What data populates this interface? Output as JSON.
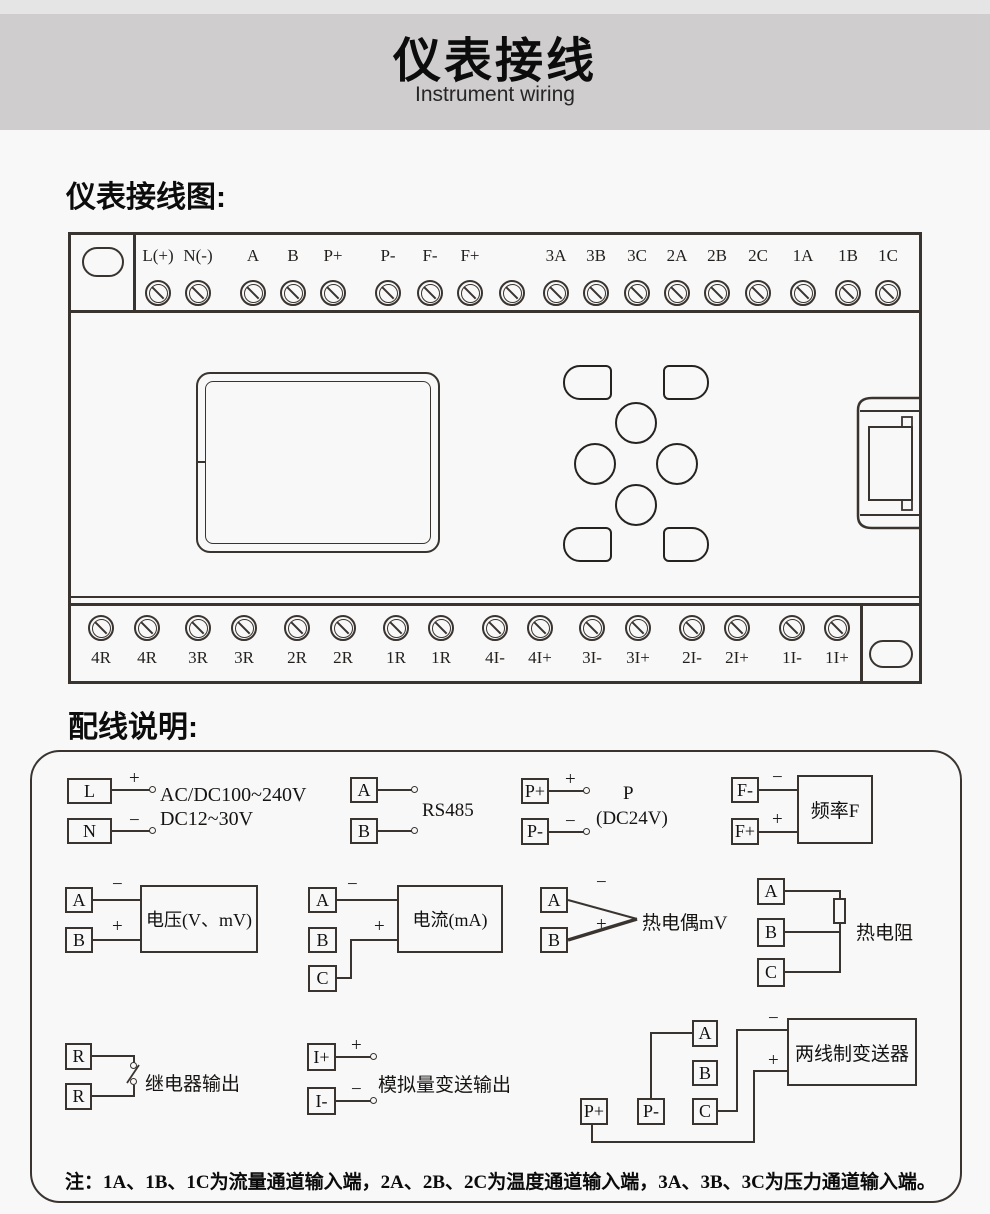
{
  "header": {
    "title": "仪表接线",
    "subtitle": "Instrument wiring"
  },
  "sections": {
    "diagram_title": "仪表接线图:",
    "wiring_title": "配线说明:"
  },
  "signs": {
    "plus": "+",
    "minus": "−"
  },
  "terminals": {
    "top": [
      "L(+)",
      "N(-)",
      "A",
      "B",
      "P+",
      "P-",
      "F-",
      "F+",
      "",
      "3A",
      "3B",
      "3C",
      "2A",
      "2B",
      "2C",
      "1A",
      "1B",
      "1C"
    ],
    "bottom": [
      "4R",
      "4R",
      "3R",
      "3R",
      "2R",
      "2R",
      "1R",
      "1R",
      "4I-",
      "4I+",
      "3I-",
      "3I+",
      "2I-",
      "2I+",
      "1I-",
      "1I+"
    ]
  },
  "wiring": {
    "power": {
      "t1": "L",
      "t2": "N",
      "line1": "AC/DC100~240V",
      "line2": "DC12~30V"
    },
    "rs485": {
      "t1": "A",
      "t2": "B",
      "label": "RS485"
    },
    "p24": {
      "t1": "P+",
      "t2": "P-",
      "line1": "P",
      "line2": "(DC24V)"
    },
    "freq": {
      "t1": "F-",
      "t2": "F+",
      "box": "频率F"
    },
    "voltage": {
      "t1": "A",
      "t2": "B",
      "box": "电压(V、mV)"
    },
    "current": {
      "t1": "A",
      "t2": "B",
      "t3": "C",
      "box": "电流(mA)"
    },
    "thermocouple": {
      "t1": "A",
      "t2": "B",
      "label": "热电偶mV"
    },
    "rtd": {
      "t1": "A",
      "t2": "B",
      "t3": "C",
      "label": "热电阻"
    },
    "relay": {
      "t1": "R",
      "t2": "R",
      "label": "继电器输出"
    },
    "analog": {
      "t1": "I+",
      "t2": "I-",
      "label": "模拟量变送输出"
    },
    "transmitter": {
      "t1": "P+",
      "t2": "P-",
      "t3": "A",
      "t4": "B",
      "t5": "C",
      "box": "两线制变送器"
    }
  },
  "note": "注：1A、1B、1C为流量通道输入端，2A、2B、2C为温度通道输入端，3A、3B、3C为压力通道输入端。",
  "colors": {
    "line": "#3a3430",
    "banner": "#cfcdce",
    "top_strip": "#e6e5e5",
    "background": "#f8f8f8"
  }
}
